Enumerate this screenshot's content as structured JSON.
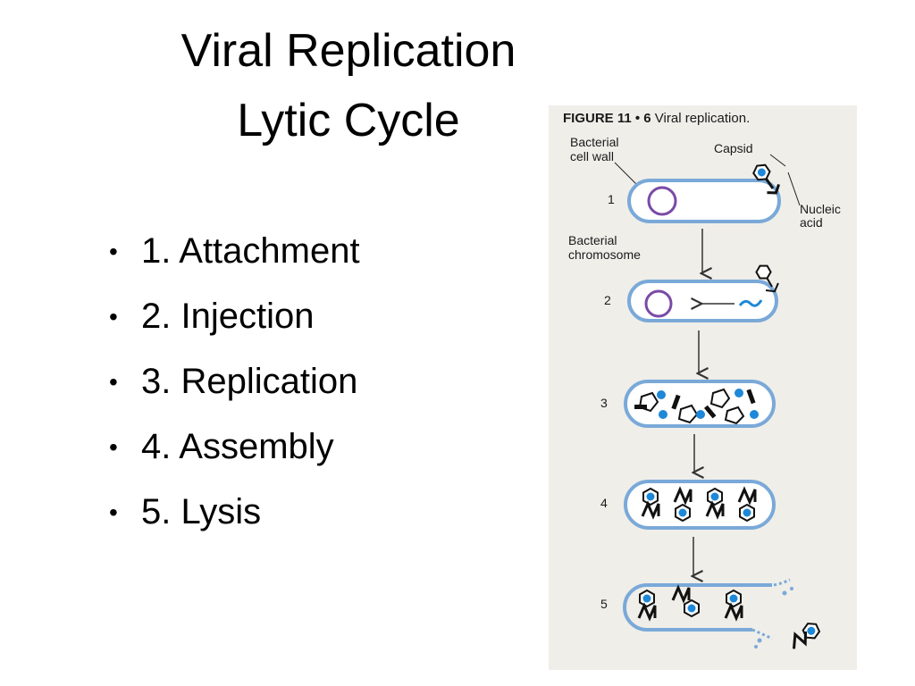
{
  "slide": {
    "title_line1": "Viral Replication",
    "title_line2": "Lytic Cycle",
    "bullets": [
      "1. Attachment",
      "2. Injection",
      "3. Replication",
      "4. Assembly",
      "5. Lysis"
    ]
  },
  "figure": {
    "caption_number": "FIGURE 11 • 6",
    "caption_text": " Viral replication.",
    "labels": {
      "cell_wall_line1": "Bacterial",
      "cell_wall_line2": "cell wall",
      "capsid": "Capsid",
      "nucleic_line1": "Nucleic",
      "nucleic_line2": "acid",
      "chromosome_line1": "Bacterial",
      "chromosome_line2": "chromosome"
    },
    "stages": [
      "1",
      "2",
      "3",
      "4",
      "5"
    ],
    "colors": {
      "cell_wall": "#7aa9d8",
      "chromosome": "#7a4aa6",
      "nucleic_acid": "#1e88d8",
      "arrow": "#333333"
    }
  }
}
